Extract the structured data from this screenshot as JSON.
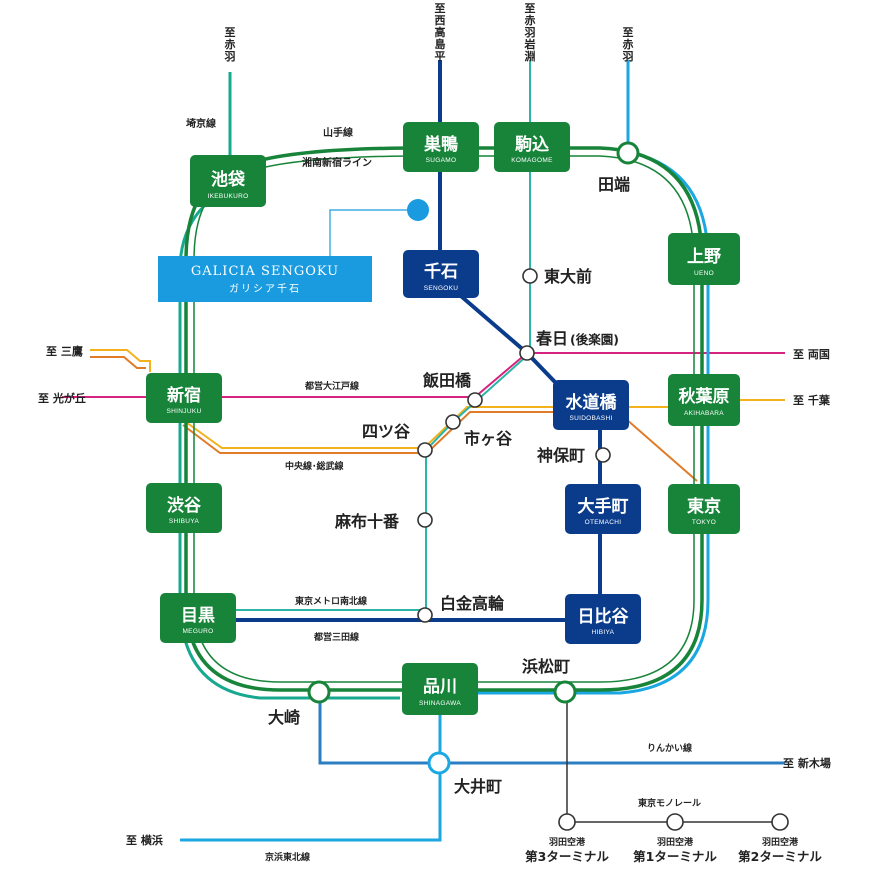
{
  "colors": {
    "yamanote": "#17843a",
    "saikyo": "#17a98f",
    "keihin": "#1ba7e1",
    "mita": "#0b3c8c",
    "namboku": "#2ab5a6",
    "oedo": "#d6237f",
    "chuo": "#f3b11b",
    "sobu": "#e07c28",
    "rinkai": "#2c7ec2",
    "monorail": "#333333",
    "jr_box": "#17843a",
    "mita_box": "#0b3c8c",
    "galicia": "#1a9be0"
  },
  "galicia": {
    "name_en": "GALICIA SENGOKU",
    "name_jp": "ガリシア千石"
  },
  "stations": {
    "ikebukuro": {
      "name": "池袋",
      "roman": "IKEBUKURO"
    },
    "sugamo": {
      "name": "巣鴨",
      "roman": "SUGAMO"
    },
    "komagome": {
      "name": "駒込",
      "roman": "KOMAGOME"
    },
    "ueno": {
      "name": "上野",
      "roman": "UENO"
    },
    "sengoku": {
      "name": "千石",
      "roman": "SENGOKU"
    },
    "shinjuku": {
      "name": "新宿",
      "roman": "SHINJUKU"
    },
    "suidobashi": {
      "name": "水道橋",
      "roman": "SUIDOBASHI"
    },
    "akihabara": {
      "name": "秋葉原",
      "roman": "AKIHABARA"
    },
    "shibuya": {
      "name": "渋谷",
      "roman": "SHIBUYA"
    },
    "otemachi": {
      "name": "大手町",
      "roman": "OTEMACHI"
    },
    "tokyo": {
      "name": "東京",
      "roman": "TOKYO"
    },
    "meguro": {
      "name": "目黒",
      "roman": "MEGURO"
    },
    "hibiya": {
      "name": "日比谷",
      "roman": "HIBIYA"
    },
    "shinagawa": {
      "name": "品川",
      "roman": "SHINAGAWA"
    }
  },
  "labels": {
    "tabata": "田端",
    "todaimae": "東大前",
    "kasuga": "春日",
    "kasuga_sub": "(後楽園)",
    "iidabashi": "飯田橋",
    "yotsuya": "四ツ谷",
    "ichigaya": "市ヶ谷",
    "jimbocho": "神保町",
    "azabujuban": "麻布十番",
    "shirokanetakanawa": "白金高輪",
    "hamamatsucho": "浜松町",
    "osaki": "大崎",
    "oimachi": "大井町",
    "haneda_label": "羽田空港",
    "haneda3": "第3ターミナル",
    "haneda1": "第1ターミナル",
    "haneda2": "第2ターミナル"
  },
  "lines": {
    "saikyo": "埼京線",
    "yamanote": "山手線",
    "shonan": "湘南新宿ライン",
    "oedo": "都営大江戸線",
    "chuo_sobu": "中央線･総武線",
    "namboku": "東京メトロ南北線",
    "mita": "都営三田線",
    "rinkai": "りんかい線",
    "monorail": "東京モノレール",
    "keihin": "京浜東北線"
  },
  "destinations": {
    "top_akabane_left": "至 赤羽",
    "top_nishitakashimadaira": "至 西高島平",
    "top_akabaneiwabuchi": "至 赤羽岩淵",
    "top_akabane_right": "至 赤羽",
    "mitaka": "至 三鷹",
    "hikarigaoka": "至 光が丘",
    "ryogoku": "至 両国",
    "chiba": "至 千葉",
    "shinkiba": "至 新木場",
    "yokohama": "至 横浜"
  }
}
